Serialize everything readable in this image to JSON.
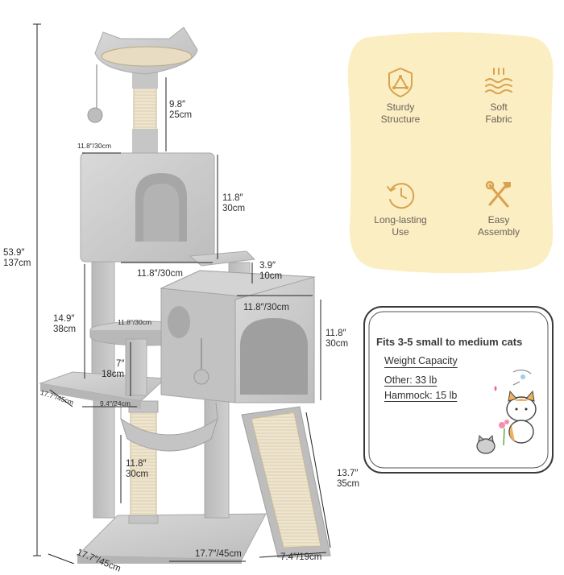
{
  "image": {
    "dimension_labels": {
      "total_height_in": "53.9″",
      "total_height_cm": "137cm",
      "top_post_in": "9.8″",
      "top_post_cm": "25cm",
      "top_condo_top": "11.8″/30cm",
      "top_condo_h_in": "11.8″",
      "top_condo_h_cm": "30cm",
      "top_condo_w": "11.8″/30cm",
      "step_in": "3.9″",
      "step_cm": "10cm",
      "mid_condo_w": "11.8″/30cm",
      "mid_condo_h_in": "11.8″",
      "mid_condo_h_cm": "30cm",
      "left_h_in": "14.9″",
      "left_h_cm": "38cm",
      "round_platform": "11.8″/30cm",
      "platform_gap_in": "7″",
      "platform_gap_cm": "18cm",
      "left_platform_depth": "17.7″/45cm",
      "left_platform_w": "9.4″/24cm",
      "lower_post_in": "11.8″",
      "lower_post_cm": "30cm",
      "ramp_in": "13.7″",
      "ramp_cm": "35cm",
      "base_depth": "17.7″/45cm",
      "base_w": "17.7″/45cm",
      "ramp_w": "7.4″/19cm"
    },
    "features": [
      {
        "icon": "triangle-shield-icon",
        "line1": "Sturdy",
        "line2": "Structure"
      },
      {
        "icon": "soft-fabric-icon",
        "line1": "Soft",
        "line2": "Fabric"
      },
      {
        "icon": "clock-icon",
        "line1": "Long-lasting",
        "line2": "Use"
      },
      {
        "icon": "tools-icon",
        "line1": "Easy",
        "line2": "Assembly"
      }
    ],
    "capacity": {
      "title": "Fits 3-5 small to medium cats",
      "heading": "Weight Capacity",
      "other": "Other: 33 lb",
      "hammock": "Hammock: 15 lb"
    },
    "colors": {
      "accent": "#d9a24e",
      "panel": "#fbeec3",
      "plush": "#c9c9c9",
      "sisal": "#efe5cf"
    }
  }
}
